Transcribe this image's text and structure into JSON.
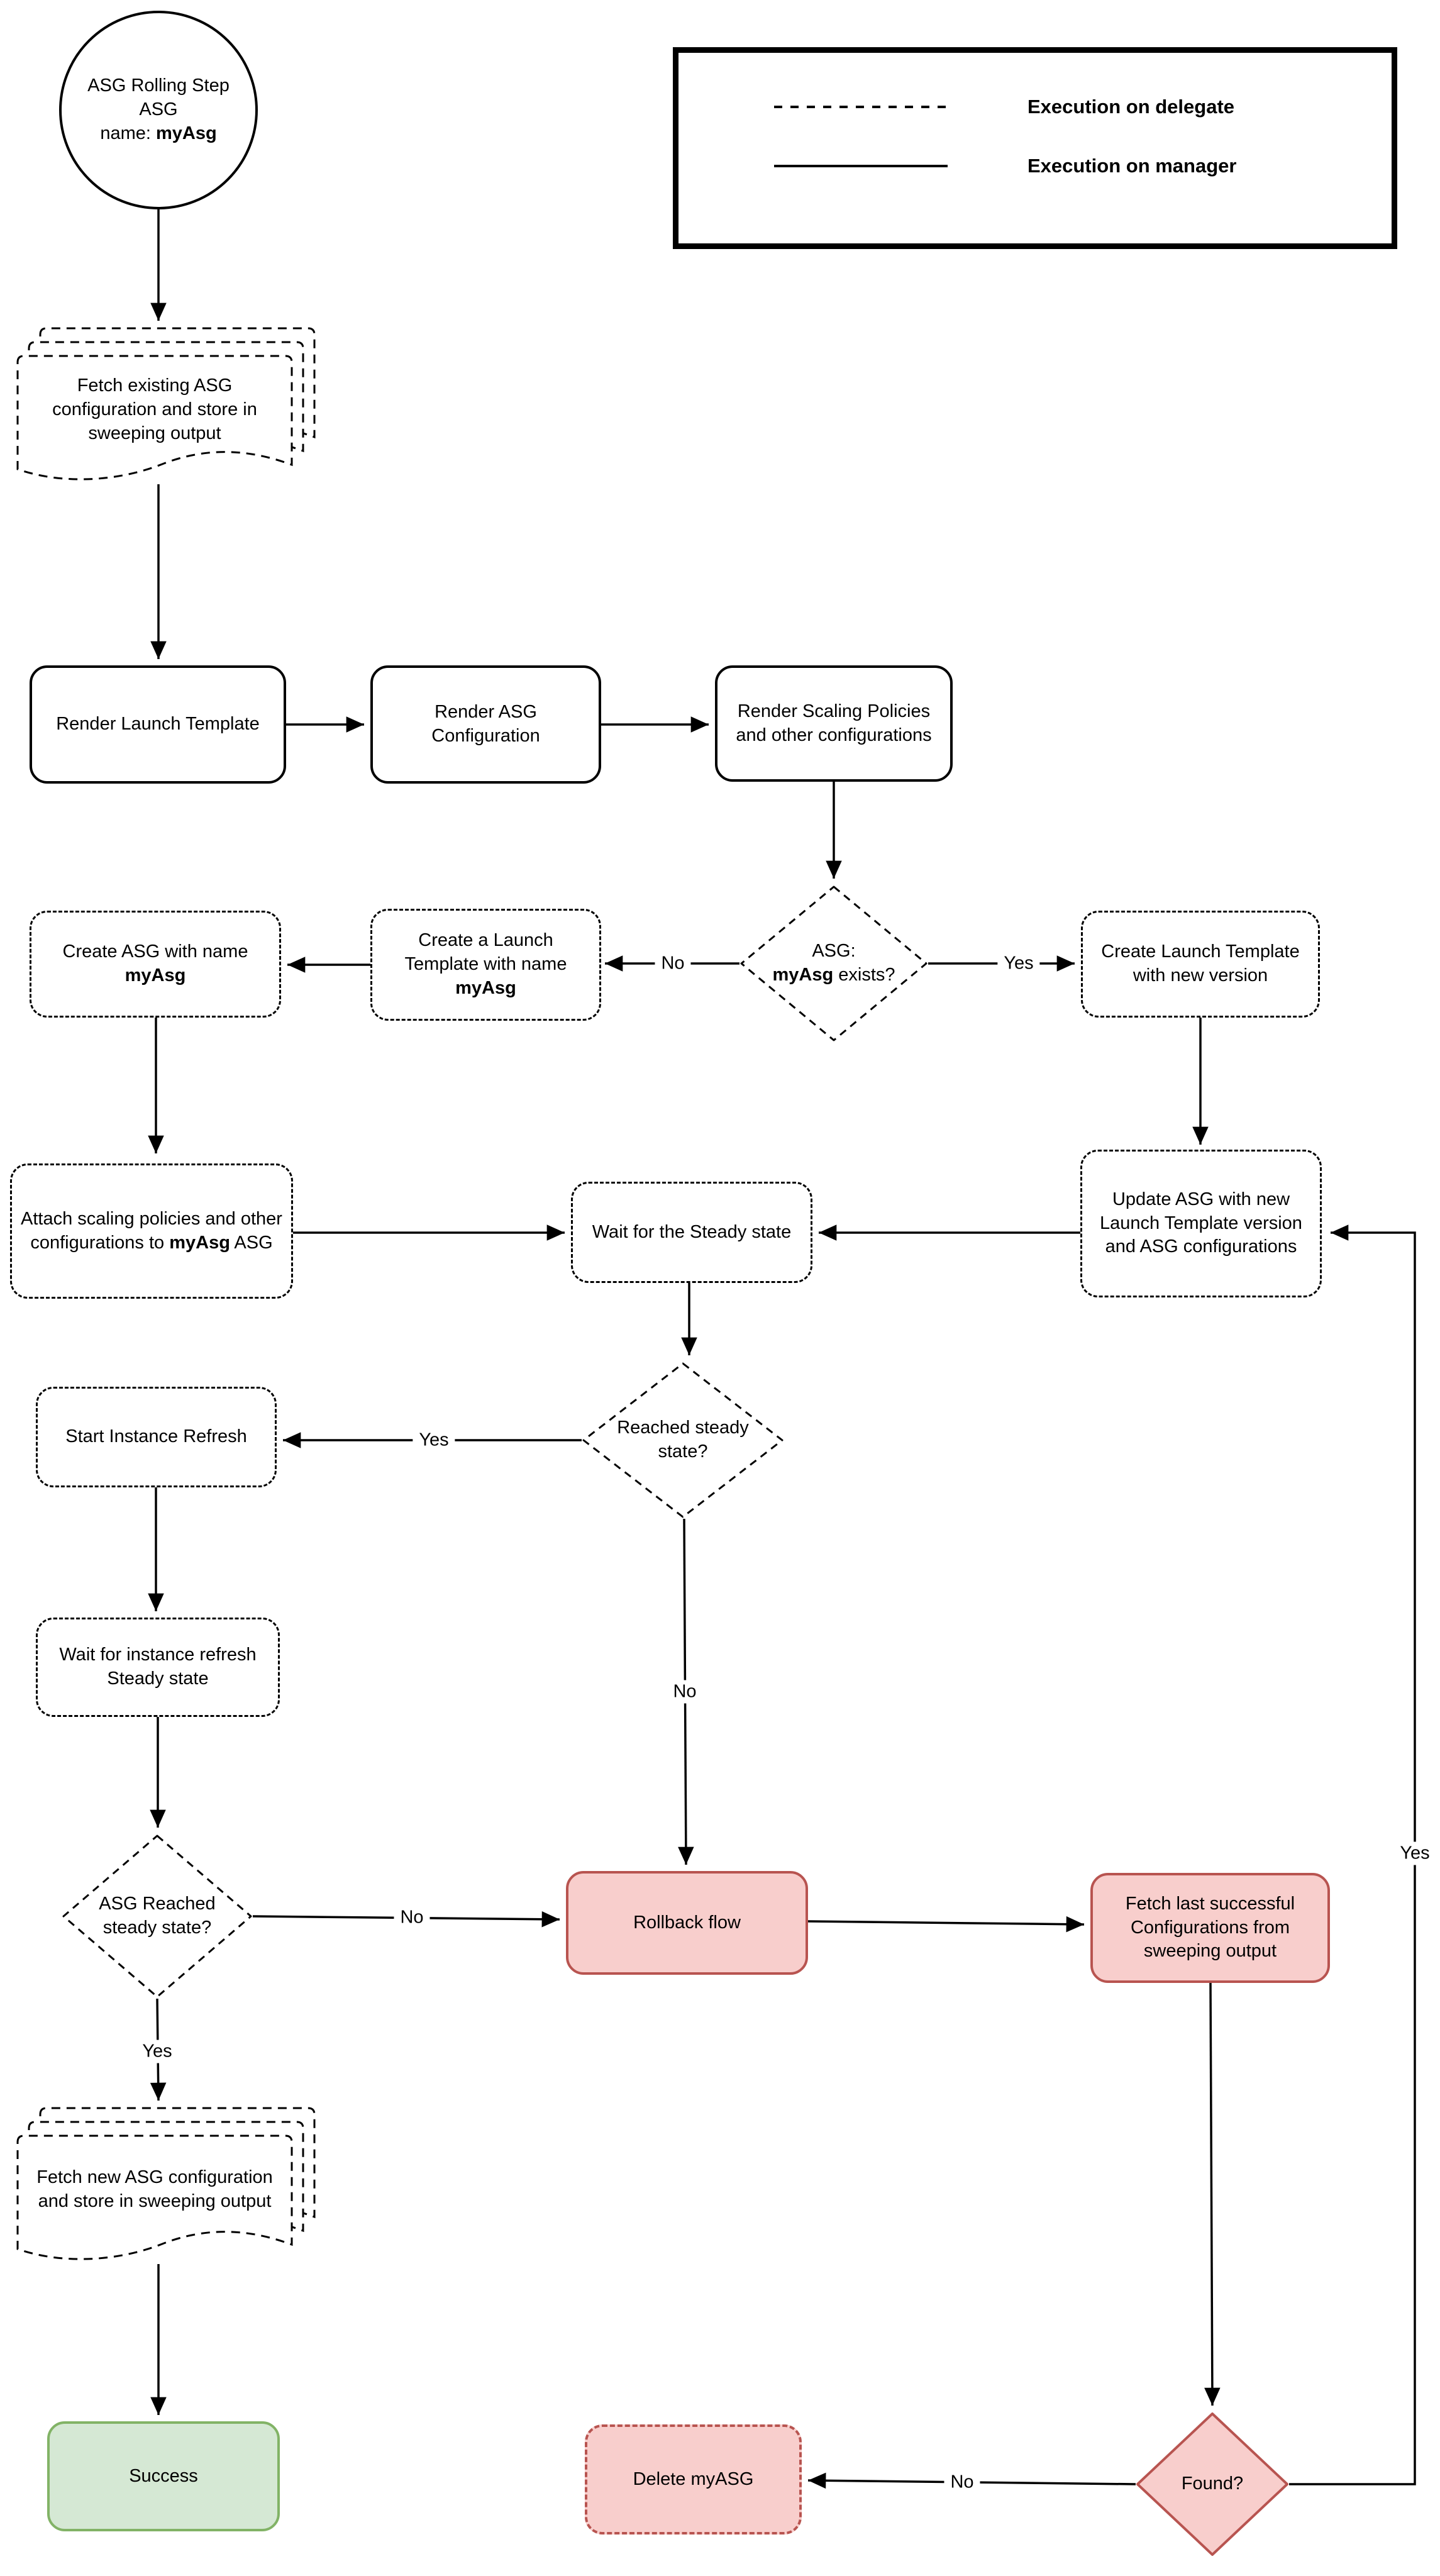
{
  "legend": {
    "delegate_label": "Execution on delegate",
    "manager_label": "Execution on manager"
  },
  "colors": {
    "pink_fill": "#f8cecc",
    "pink_border": "#b85450",
    "green_fill": "#d5e8d4",
    "green_border": "#82b366",
    "line": "#000000"
  },
  "nodes": {
    "start": {
      "line1": "ASG Rolling Step",
      "line2": "ASG",
      "name_prefix": "name: ",
      "name_bold": "myAsg"
    },
    "fetch_existing": {
      "label": "Fetch existing ASG configuration and store in sweeping output"
    },
    "render_launch": {
      "label": "Render Launch Template"
    },
    "render_asg": {
      "label": "Render ASG Configuration"
    },
    "render_scaling": {
      "label": "Render Scaling Policies and other configurations"
    },
    "asg_exists": {
      "line1": "ASG:",
      "bold": "myAsg",
      "suffix": " exists?"
    },
    "create_launch_myasg": {
      "prefix": "Create a Launch Template with name ",
      "bold": "myAsg"
    },
    "create_asg": {
      "prefix": "Create ASG with name ",
      "bold": "myAsg"
    },
    "create_launch_new": {
      "label": "Create Launch Template with new version"
    },
    "attach_scaling": {
      "prefix": "Attach scaling policies and other configurations to ",
      "bold": "myAsg",
      "suffix": " ASG"
    },
    "wait_steady": {
      "label": "Wait for the Steady state"
    },
    "update_asg": {
      "label": "Update ASG with new Launch Template version and ASG configurations"
    },
    "reached_steady": {
      "label": "Reached steady state?"
    },
    "start_instance_refresh": {
      "label": "Start Instance Refresh"
    },
    "wait_instance_refresh": {
      "label": "Wait for instance refresh Steady state"
    },
    "asg_reached": {
      "label": "ASG Reached steady state?"
    },
    "rollback": {
      "label": "Rollback flow"
    },
    "fetch_last": {
      "label": "Fetch last successful Configurations from sweeping output"
    },
    "fetch_new": {
      "label": "Fetch new ASG configuration and store in sweeping output"
    },
    "success": {
      "label": "Success"
    },
    "delete_myasg": {
      "label": "Delete myASG"
    },
    "found": {
      "label": "Found?"
    }
  },
  "edge_labels": {
    "exists_no": "No",
    "exists_yes": "Yes",
    "reached_yes": "Yes",
    "reached_no": "No",
    "asg_reached_no": "No",
    "asg_reached_yes": "Yes",
    "found_no": "No",
    "found_yes": "Yes"
  }
}
